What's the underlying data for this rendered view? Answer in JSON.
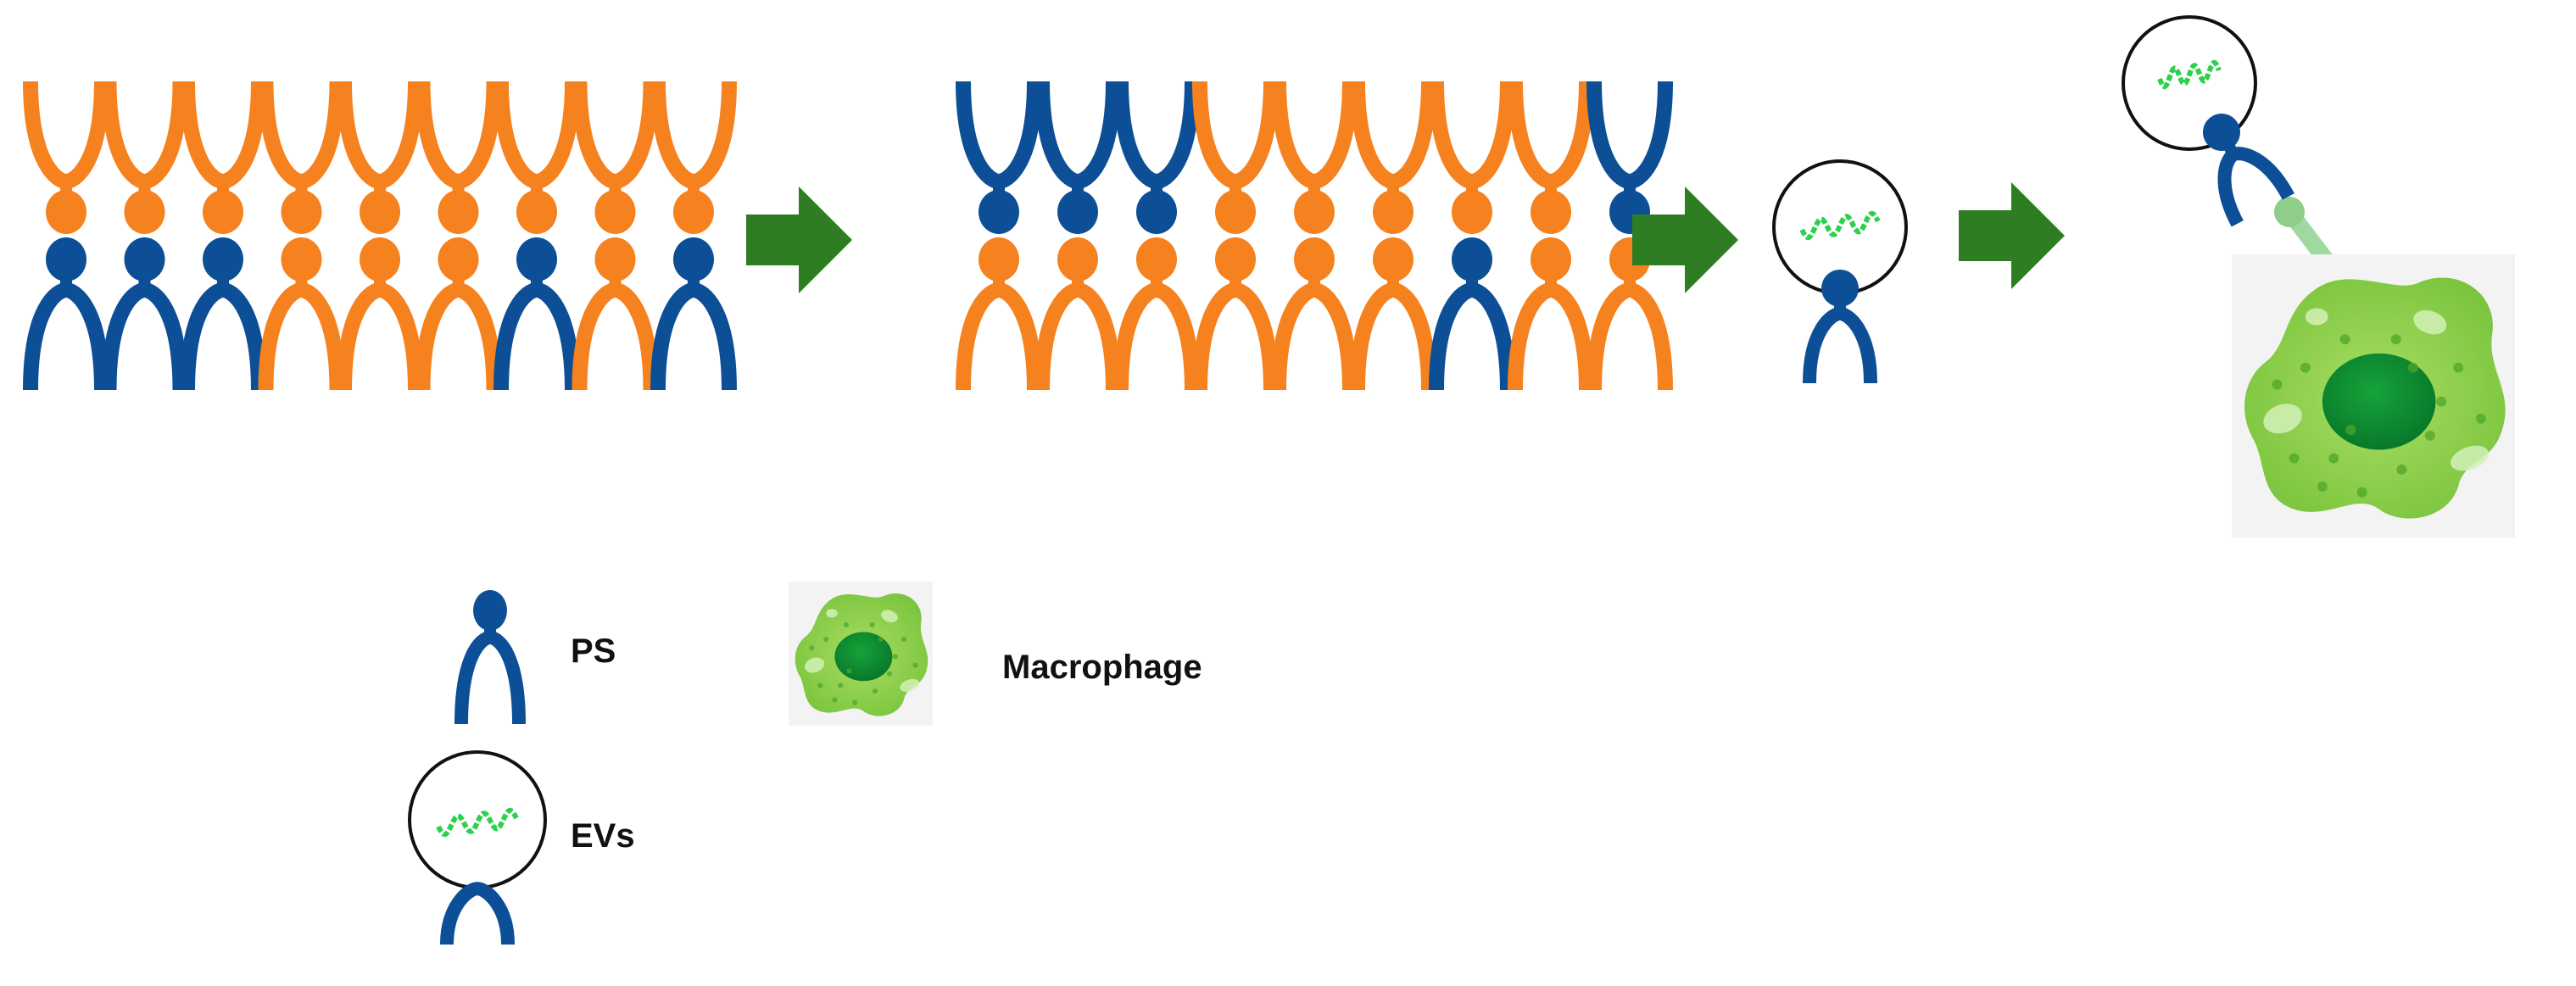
{
  "colors": {
    "ps": "#0d4f96",
    "pc": "#f5821f",
    "arrow": "#2e7d22",
    "rna": "#2bd14a",
    "cell_light": "#8fd14f",
    "cell_mid": "#6cbf35",
    "nucleus": "#0b8a2a",
    "tether": "#9fd9a0"
  },
  "membrane_before": {
    "top_leaflet": [
      "pc",
      "pc",
      "pc",
      "pc",
      "pc",
      "pc",
      "pc",
      "pc",
      "pc"
    ],
    "bottom_leaflet": [
      "ps",
      "ps",
      "ps",
      "pc",
      "pc",
      "pc",
      "ps",
      "pc",
      "ps"
    ]
  },
  "membrane_after": {
    "top_leaflet": [
      "ps",
      "ps",
      "ps",
      "pc",
      "pc",
      "pc",
      "pc",
      "pc",
      "ps"
    ],
    "bottom_leaflet": [
      "pc",
      "pc",
      "pc",
      "pc",
      "pc",
      "pc",
      "ps",
      "pc",
      "pc"
    ]
  },
  "process_arrows": [
    "arrow-1",
    "arrow-2",
    "arrow-3"
  ],
  "icons": [
    "rna-strand-icon",
    "macrophage-icon",
    "ps-lipid-icon",
    "ev-vesicle-icon"
  ],
  "legend": {
    "ps_label": "PS",
    "macrophage_label": "Macrophage",
    "evs_label": "EVs"
  }
}
